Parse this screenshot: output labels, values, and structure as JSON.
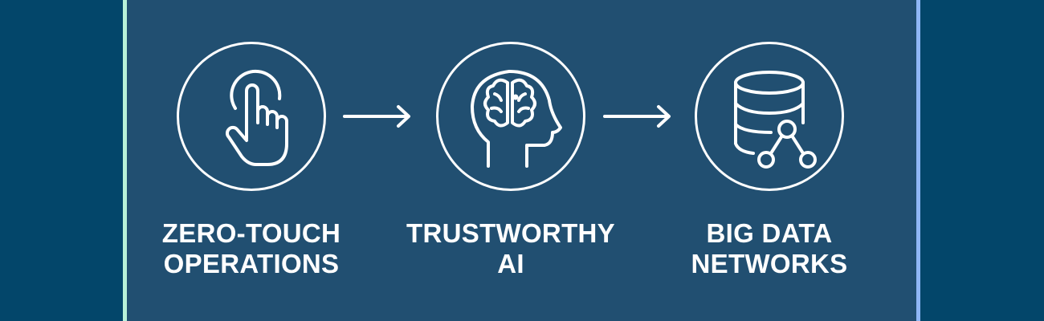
{
  "colors": {
    "background": "#03466a",
    "panel": "#214f71",
    "left_edge": "#b8f2d9",
    "right_edge": "#8fb6f5",
    "foreground": "#ffffff"
  },
  "flow": {
    "steps": [
      {
        "icon": "touch-hand-icon",
        "label_line1": "ZERO-TOUCH",
        "label_line2": "OPERATIONS"
      },
      {
        "icon": "brain-head-icon",
        "label_line1": "TRUSTWORTHY",
        "label_line2": "AI"
      },
      {
        "icon": "database-network-icon",
        "label_line1": "BIG DATA",
        "label_line2": "NETWORKS"
      }
    ],
    "connectors": [
      {
        "icon": "arrow-right-icon"
      },
      {
        "icon": "arrow-right-icon"
      }
    ]
  }
}
